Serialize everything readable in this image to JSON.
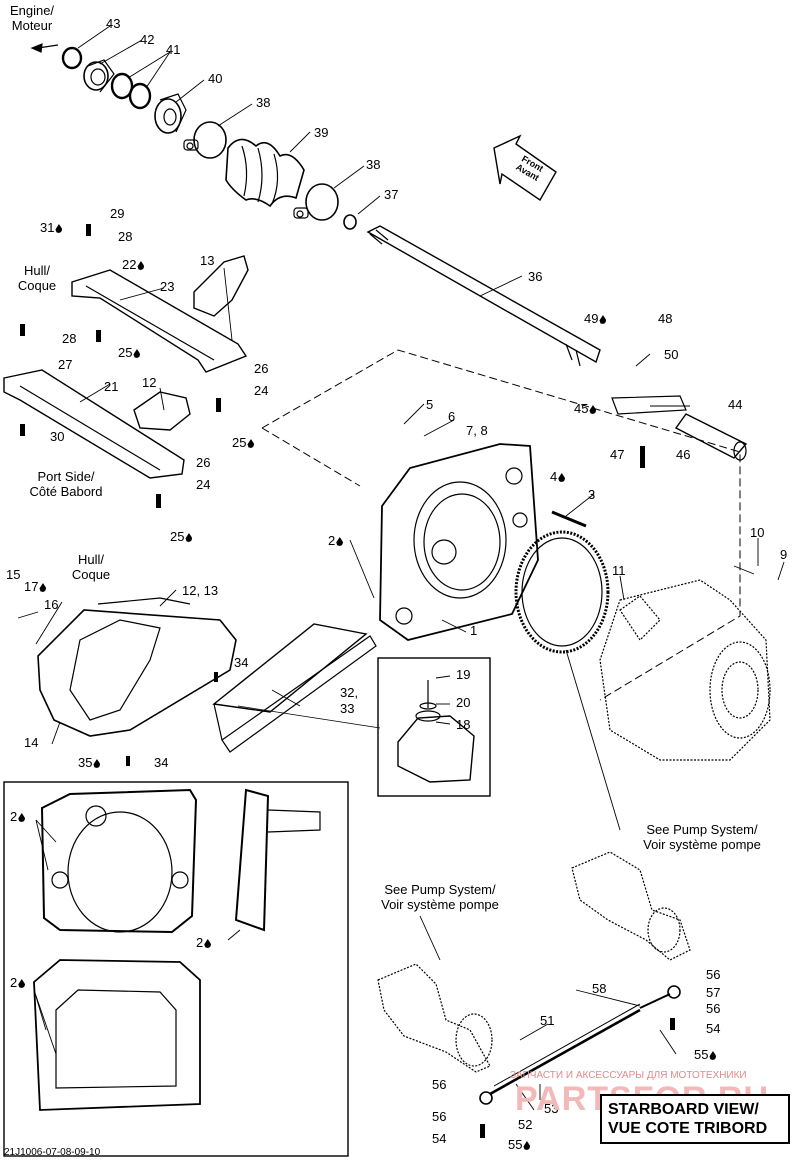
{
  "callouts": {
    "engine": [
      "Engine/",
      "Moteur"
    ],
    "hull1": [
      "Hull/",
      "Coque"
    ],
    "port": [
      "Port Side/",
      "Côté Babord"
    ],
    "hull2": [
      "Hull/",
      "Coque"
    ],
    "front": [
      "Front",
      "Avant"
    ],
    "pump1": [
      "See Pump System/",
      "Voir système pompe"
    ],
    "pump2": [
      "See Pump System/",
      "Voir système pompe"
    ]
  },
  "parts": [
    {
      "id": "p43",
      "text": "43"
    },
    {
      "id": "p42",
      "text": "42"
    },
    {
      "id": "p41",
      "text": "41"
    },
    {
      "id": "p40",
      "text": "40"
    },
    {
      "id": "p38a",
      "text": "38"
    },
    {
      "id": "p39",
      "text": "39"
    },
    {
      "id": "p38b",
      "text": "38"
    },
    {
      "id": "p37",
      "text": "37"
    },
    {
      "id": "p36",
      "text": "36"
    },
    {
      "id": "p31",
      "text": "31"
    },
    {
      "id": "p29",
      "text": "29"
    },
    {
      "id": "p28a",
      "text": "28"
    },
    {
      "id": "p22",
      "text": "22"
    },
    {
      "id": "p13a",
      "text": "13"
    },
    {
      "id": "p23",
      "text": "23"
    },
    {
      "id": "p28b",
      "text": "28"
    },
    {
      "id": "p27",
      "text": "27"
    },
    {
      "id": "p25a",
      "text": "25"
    },
    {
      "id": "p26a",
      "text": "26"
    },
    {
      "id": "p24a",
      "text": "24"
    },
    {
      "id": "p21",
      "text": "21"
    },
    {
      "id": "p12a",
      "text": "12"
    },
    {
      "id": "p30",
      "text": "30"
    },
    {
      "id": "p25b",
      "text": "25"
    },
    {
      "id": "p26b",
      "text": "26"
    },
    {
      "id": "p24b",
      "text": "24"
    },
    {
      "id": "p25c",
      "text": "25"
    },
    {
      "id": "p49",
      "text": "49"
    },
    {
      "id": "p48",
      "text": "48"
    },
    {
      "id": "p50",
      "text": "50"
    },
    {
      "id": "p45",
      "text": "45"
    },
    {
      "id": "p44",
      "text": "44"
    },
    {
      "id": "p47",
      "text": "47"
    },
    {
      "id": "p46",
      "text": "46"
    },
    {
      "id": "p5",
      "text": "5"
    },
    {
      "id": "p6",
      "text": "6"
    },
    {
      "id": "p78",
      "text": "7, 8"
    },
    {
      "id": "p4",
      "text": "4"
    },
    {
      "id": "p3",
      "text": "3"
    },
    {
      "id": "p2a",
      "text": "2"
    },
    {
      "id": "p10",
      "text": "10"
    },
    {
      "id": "p9",
      "text": "9"
    },
    {
      "id": "p11",
      "text": "11"
    },
    {
      "id": "p1",
      "text": "1"
    },
    {
      "id": "p15",
      "text": "15"
    },
    {
      "id": "p17",
      "text": "17"
    },
    {
      "id": "p16",
      "text": "16"
    },
    {
      "id": "p1213",
      "text": "12, 13"
    },
    {
      "id": "p34a",
      "text": "34"
    },
    {
      "id": "p19",
      "text": "19"
    },
    {
      "id": "p20",
      "text": "20"
    },
    {
      "id": "p18",
      "text": "18"
    },
    {
      "id": "p3233",
      "text": "32,"
    },
    {
      "id": "p33",
      "text": "33"
    },
    {
      "id": "p14",
      "text": "14"
    },
    {
      "id": "p35",
      "text": "35"
    },
    {
      "id": "p34b",
      "text": "34"
    },
    {
      "id": "p2b",
      "text": "2"
    },
    {
      "id": "p2c",
      "text": "2"
    },
    {
      "id": "p2d",
      "text": "2"
    },
    {
      "id": "p56a",
      "text": "56"
    },
    {
      "id": "p57",
      "text": "57"
    },
    {
      "id": "p56b",
      "text": "56"
    },
    {
      "id": "p58",
      "text": "58"
    },
    {
      "id": "p54a",
      "text": "54"
    },
    {
      "id": "p51",
      "text": "51"
    },
    {
      "id": "p55a",
      "text": "55"
    },
    {
      "id": "p56c",
      "text": "56"
    },
    {
      "id": "p53",
      "text": "53"
    },
    {
      "id": "p56d",
      "text": "56"
    },
    {
      "id": "p52",
      "text": "52"
    },
    {
      "id": "p54b",
      "text": "54"
    },
    {
      "id": "p55b",
      "text": "55"
    }
  ],
  "view_label": [
    "STARBOARD VIEW/",
    "VUE COTE TRIBORD"
  ],
  "watermark_small": "ЗАПЧАСТИ И АКСЕССУАРЫ ДЛЯ МОТОТЕХНИКИ",
  "watermark_big": "PARTSFOR.RU",
  "drawing_code": "21J1006-07-08-09-10"
}
